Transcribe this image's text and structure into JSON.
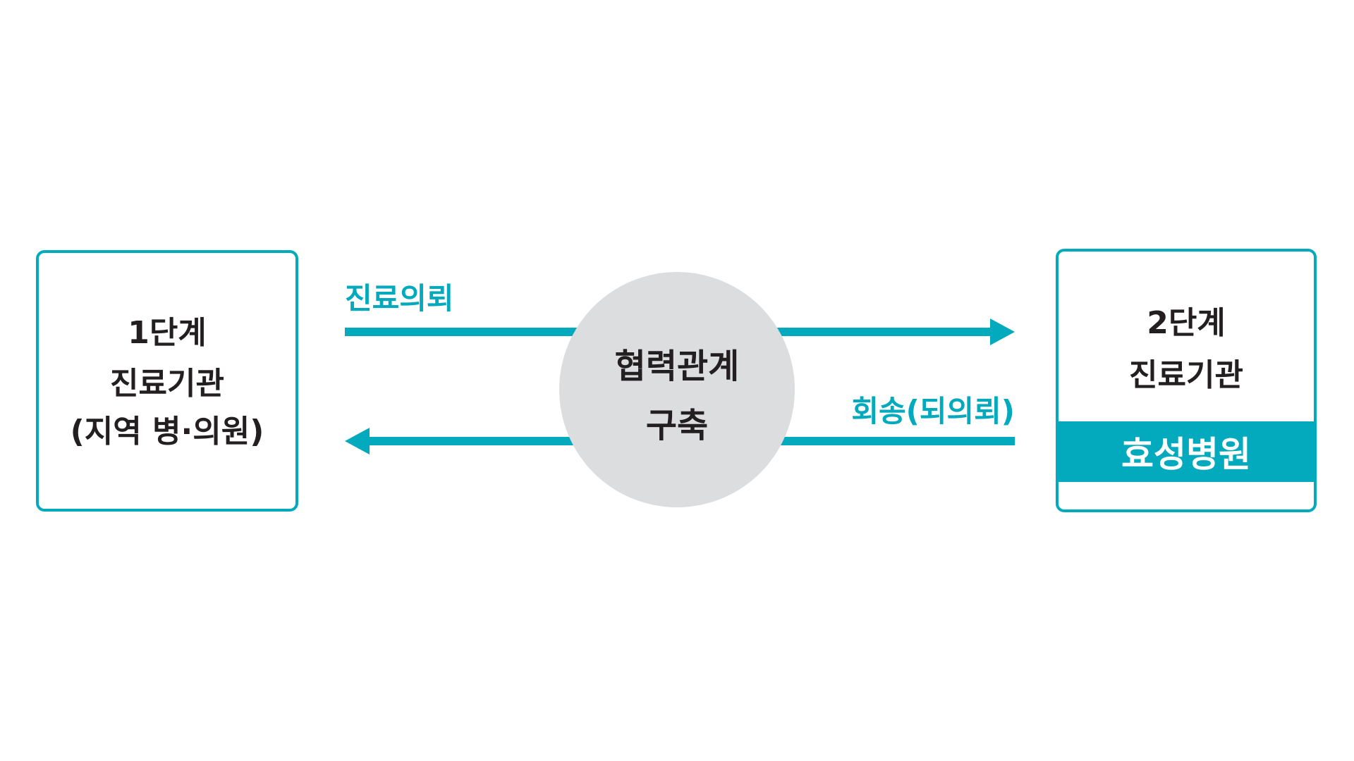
{
  "colors": {
    "accent": "#03aabd",
    "circle": "#dcdddf",
    "text": "#231f20"
  },
  "left_box": {
    "line1": "1단계",
    "line2": "진료기관",
    "line3": "(지역 병·의원)"
  },
  "right_box": {
    "line1": "2단계",
    "line2": "진료기관",
    "hospital": "효성병원"
  },
  "center": {
    "line1": "협력관계",
    "line2": "구축"
  },
  "arrows": {
    "forward_label": "진료의뢰",
    "backward_label": "회송(되의뢰)"
  }
}
